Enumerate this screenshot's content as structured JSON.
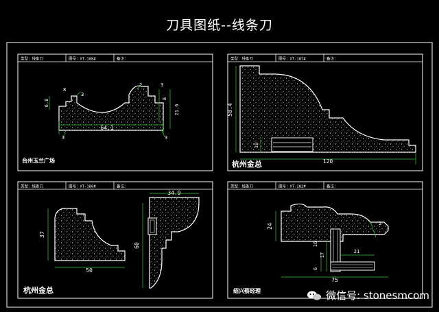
{
  "title": "刀具图纸--线条刀",
  "panels": [
    {
      "header": {
        "c1": "类型：线条刀",
        "c2": "图号：XT-188#",
        "c3": "备注："
      },
      "label": "台州玉兰广场",
      "dims": [
        "64.1",
        "8",
        "3",
        "2",
        "3",
        "6.8",
        "21.6",
        "8",
        "3",
        "3"
      ]
    },
    {
      "header": {
        "c1": "类型：线条刀",
        "c2": "图号：XT-187#",
        "c3": "备注："
      },
      "label": "杭州金总",
      "dims": [
        "58.4",
        "10",
        "120"
      ]
    },
    {
      "header": {
        "c1": "类型：线条刀",
        "c2": "图号：XT-186#",
        "c3": "备注："
      },
      "label": "杭州金总",
      "dims": [
        "37",
        "50",
        "34.9",
        "60"
      ]
    },
    {
      "header": {
        "c1": "类型：线条刀",
        "c2": "图号：XT-182#",
        "c3": "备注："
      },
      "label": "绍兴蔡经理",
      "dims": [
        "24",
        "2",
        "17",
        "16",
        "21",
        "75",
        "6"
      ]
    }
  ],
  "watermark": {
    "text": "微信号: stonesmcom"
  }
}
